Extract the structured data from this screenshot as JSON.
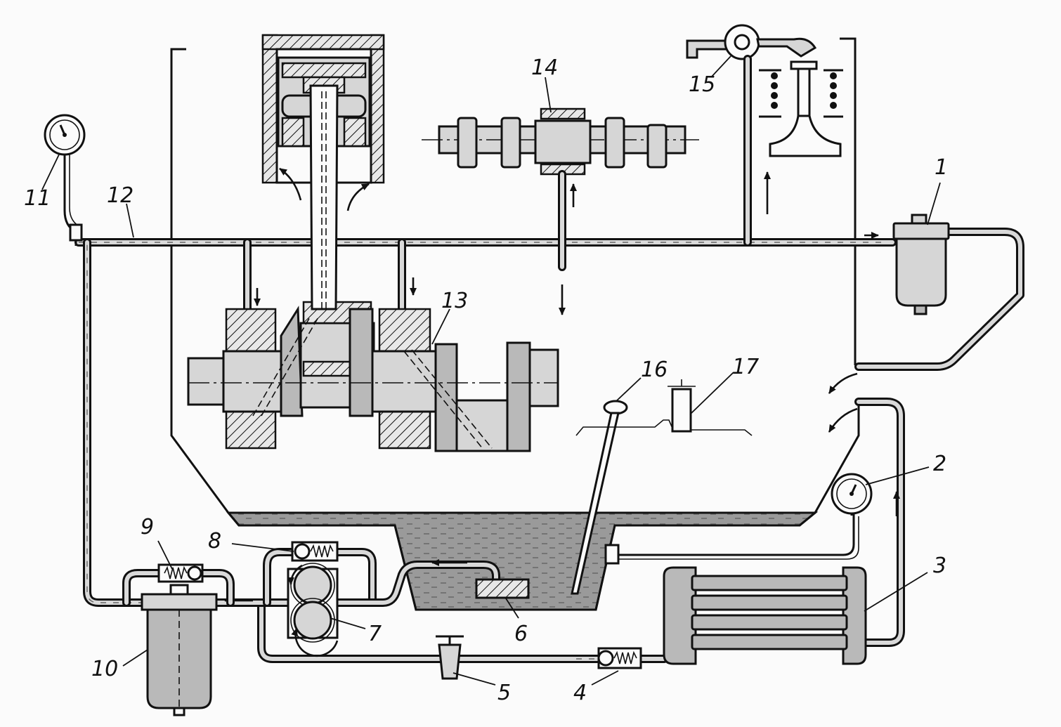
{
  "labels": {
    "filter_1": "1",
    "gauge_2": "2",
    "radiator_3": "3",
    "valve_4": "4",
    "tap_5": "5",
    "strainer_6": "6",
    "pump_7": "7",
    "valve_8": "8",
    "valve_9": "9",
    "filter_10": "10",
    "gauge_11": "11",
    "main_line_12": "12",
    "crankshaft_13": "13",
    "camshaft_14": "14",
    "rocker_15": "15",
    "dipstick_16": "16",
    "breather_17": "17"
  },
  "colors": {
    "ink": "#111111",
    "oil": "#8f8f8f",
    "metal": "#b9b9b9",
    "paper": "#fbfbfb"
  }
}
